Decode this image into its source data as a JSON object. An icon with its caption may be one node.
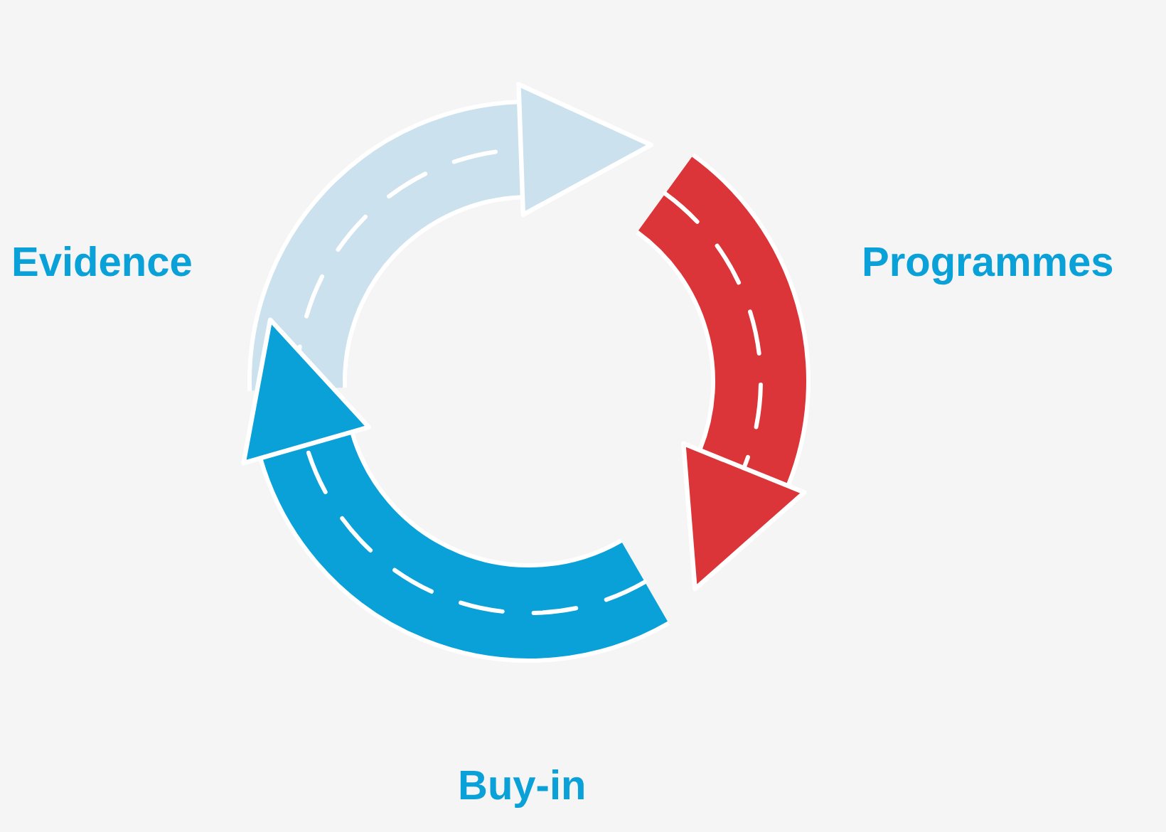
{
  "diagram": {
    "labels": [
      "Evidence",
      "Programmes",
      "Buy-in"
    ]
  }
}
